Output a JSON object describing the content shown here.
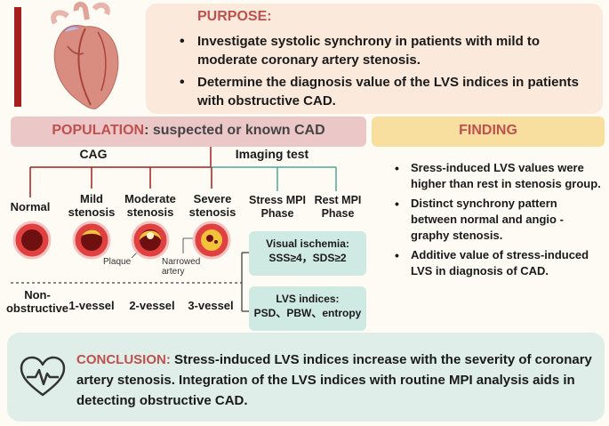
{
  "purpose": {
    "title": "PURPOSE:",
    "items": [
      "Investigate systolic synchrony in patients with mild to moderate coronary artery stenosis.",
      "Determine the diagnosis value of the LVS indices in patients with obstructive CAD."
    ]
  },
  "population": {
    "label": "POPULATION",
    "rest": ": suspected or known CAD"
  },
  "finding": {
    "title": "FINDING",
    "items": [
      "Sress-induced LVS values were  higher than rest in stenosis group.",
      "Distinct synchrony pattern between normal and angio -graphy stenosis.",
      "Additive value of stress-induced LVS in diagnosis of CAD."
    ]
  },
  "cag": {
    "title": "CAG",
    "categories": [
      {
        "line1": "Normal",
        "line2": ""
      },
      {
        "line1": "Mild",
        "line2": "stenosis"
      },
      {
        "line1": "Moderate",
        "line2": "stenosis"
      },
      {
        "line1": "Severe",
        "line2": "stenosis"
      }
    ],
    "plaque_label": "Plaque",
    "narrowed_label_1": "Narrowed",
    "narrowed_label_2": "artery",
    "vessel_labels": [
      {
        "line1": "Non-",
        "line2": "obstructive"
      },
      {
        "line1": "1-vessel",
        "line2": ""
      },
      {
        "line1": "2-vessel",
        "line2": ""
      },
      {
        "line1": "3-vessel",
        "line2": ""
      }
    ]
  },
  "imaging": {
    "title": "Imaging test",
    "phases": [
      {
        "line1": "Stress MPI",
        "line2": "Phase"
      },
      {
        "line1": "Rest MPI",
        "line2": "Phase"
      }
    ],
    "visual_ischemia": {
      "line1": "Visual ischemia:",
      "line2": "SSS≥4，SDS≥2"
    },
    "lvs_indices": {
      "line1": "LVS indices:",
      "line2": "PSD、PBW、entropy"
    }
  },
  "conclusion": {
    "label": "CONCLUSION:",
    "text": "  Stress-induced LVS indices increase with the severity of coronary artery stenosis. Integration of the LVS indices with routine MPI analysis aids in detecting obstructive CAD."
  },
  "colors": {
    "accent_red": "#c0504d",
    "dark_red": "#a61f1f",
    "teal": "#4aa89a",
    "purpose_bg": "#fbe9dc",
    "finding_bg": "#f8dfa0",
    "conclusion_bg": "#dfeee8"
  },
  "icons": [
    "heart-anatomy-icon",
    "heartbeat-icon",
    "artery-cross-section-icon"
  ]
}
